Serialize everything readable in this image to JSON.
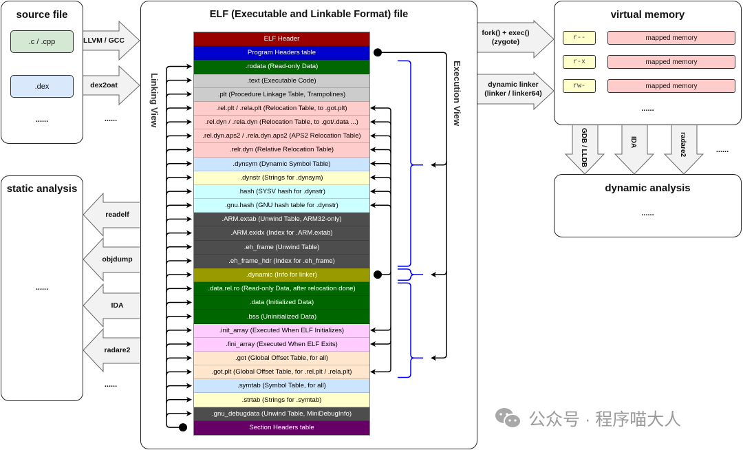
{
  "source_file": {
    "title": "source file",
    "items": [
      {
        "label": ".c / .cpp",
        "color": "#d5e8d4"
      },
      {
        "label": ".dex",
        "color": "#dae8fc"
      }
    ],
    "more": "......"
  },
  "compile_arrows": [
    {
      "label": "LLVM / GCC"
    },
    {
      "label": "dex2oat"
    }
  ],
  "compile_more": "......",
  "elf": {
    "title": "ELF (Executable and Linkable Format) file",
    "linking_view_label": "Linking View",
    "execution_view_label": "Execution View",
    "sections": [
      {
        "label": "ELF Header",
        "bg": "#990000",
        "fg": "#ffffff"
      },
      {
        "label": "Program Headers table",
        "bg": "#0000cc",
        "fg": "#ffffff"
      },
      {
        "label": ".rodata (Read-only Data)",
        "bg": "#006600",
        "fg": "#ffffff"
      },
      {
        "label": ".text (Executable Code)",
        "bg": "#cccccc",
        "fg": "#000000"
      },
      {
        "label": ".plt (Procedure Linkage Table, Trampolines)",
        "bg": "#cccccc",
        "fg": "#000000"
      },
      {
        "label": ".rel.plt / .rela.plt (Relocation Table, to .got.plt)",
        "bg": "#ffcccc",
        "fg": "#000000"
      },
      {
        "label": ".rel.dyn / .rela.dyn (Relocation Table, to .got/.data ...)",
        "bg": "#ffcccc",
        "fg": "#000000"
      },
      {
        "label": ".rel.dyn.aps2 / .rela.dyn.aps2  (APS2 Relocation Table)",
        "bg": "#ffcccc",
        "fg": "#000000"
      },
      {
        "label": ".relr.dyn (Relative Relocation Table)",
        "bg": "#ffcccc",
        "fg": "#000000"
      },
      {
        "label": ".dynsym (Dynamic Symbol Table)",
        "bg": "#cce5ff",
        "fg": "#000000"
      },
      {
        "label": ".dynstr (Strings for .dynsym)",
        "bg": "#ffffcc",
        "fg": "#000000"
      },
      {
        "label": ".hash (SYSV hash for .dynstr)",
        "bg": "#ccffff",
        "fg": "#000000"
      },
      {
        "label": ".gnu.hash (GNU hash table for .dynstr)",
        "bg": "#ccffff",
        "fg": "#000000"
      },
      {
        "label": ".ARM.extab (Unwind Table, ARM32-only)",
        "bg": "#4d4d4d",
        "fg": "#ffffff"
      },
      {
        "label": ".ARM.exidx (Index for .ARM.extab)",
        "bg": "#4d4d4d",
        "fg": "#ffffff"
      },
      {
        "label": ".eh_frame (Unwind Table)",
        "bg": "#4d4d4d",
        "fg": "#ffffff"
      },
      {
        "label": ".eh_frame_hdr (Index for .eh_frame)",
        "bg": "#4d4d4d",
        "fg": "#ffffff"
      },
      {
        "label": ".dynamic (Info for linker)",
        "bg": "#999900",
        "fg": "#ffffff"
      },
      {
        "label": ".data.rel.ro (Read-only Data, after relocation done)",
        "bg": "#006600",
        "fg": "#ffffff"
      },
      {
        "label": ".data (Initialized Data)",
        "bg": "#006600",
        "fg": "#ffffff"
      },
      {
        "label": ".bss (Uninitialized Data)",
        "bg": "#006600",
        "fg": "#ffffff"
      },
      {
        "label": ".init_array (Executed When ELF Initializes)",
        "bg": "#ffccff",
        "fg": "#000000"
      },
      {
        "label": ".fini_array (Executed When ELF Exits)",
        "bg": "#ffccff",
        "fg": "#000000"
      },
      {
        "label": ".got (Global Offset Table, for all)",
        "bg": "#ffe6cc",
        "fg": "#000000"
      },
      {
        "label": ".got.plt (Global Offset Table, for .rel.plt / .rela.plt)",
        "bg": "#ffe6cc",
        "fg": "#000000"
      },
      {
        "label": ".symtab (Symbol Table, for all)",
        "bg": "#cce5ff",
        "fg": "#000000"
      },
      {
        "label": ".strtab (Strings for .symtab)",
        "bg": "#ffffcc",
        "fg": "#000000"
      },
      {
        "label": ".gnu_debugdata (Unwind Table, MiniDebugInfo)",
        "bg": "#4d4d4d",
        "fg": "#ffffff"
      },
      {
        "label": "Section Headers table",
        "bg": "#660066",
        "fg": "#ffffff"
      }
    ]
  },
  "load_arrows": [
    {
      "label": "fork() + exec()\n(zygote)"
    },
    {
      "label": "dynamic linker\n(linker / linker64)"
    }
  ],
  "virtual_memory": {
    "title": "virtual memory",
    "rows": [
      {
        "perm": "r--",
        "label": "mapped memory"
      },
      {
        "perm": "r-x",
        "label": "mapped memory"
      },
      {
        "perm": "rw-",
        "label": "mapped memory"
      }
    ],
    "more": "......"
  },
  "debug_arrows": [
    {
      "label": "GDB / LLDB"
    },
    {
      "label": "IDA"
    },
    {
      "label": "radare2"
    }
  ],
  "debug_more": "......",
  "dynamic_analysis": {
    "title": "dynamic analysis",
    "more": "......"
  },
  "static_analysis": {
    "title": "static analysis",
    "more": "......"
  },
  "static_arrows": [
    {
      "label": "readelf"
    },
    {
      "label": "objdump"
    },
    {
      "label": "IDA"
    },
    {
      "label": "radare2"
    }
  ],
  "static_more": "......",
  "watermark": {
    "icon": "wechat-icon",
    "text": "公众号 · 程序喵大人"
  }
}
